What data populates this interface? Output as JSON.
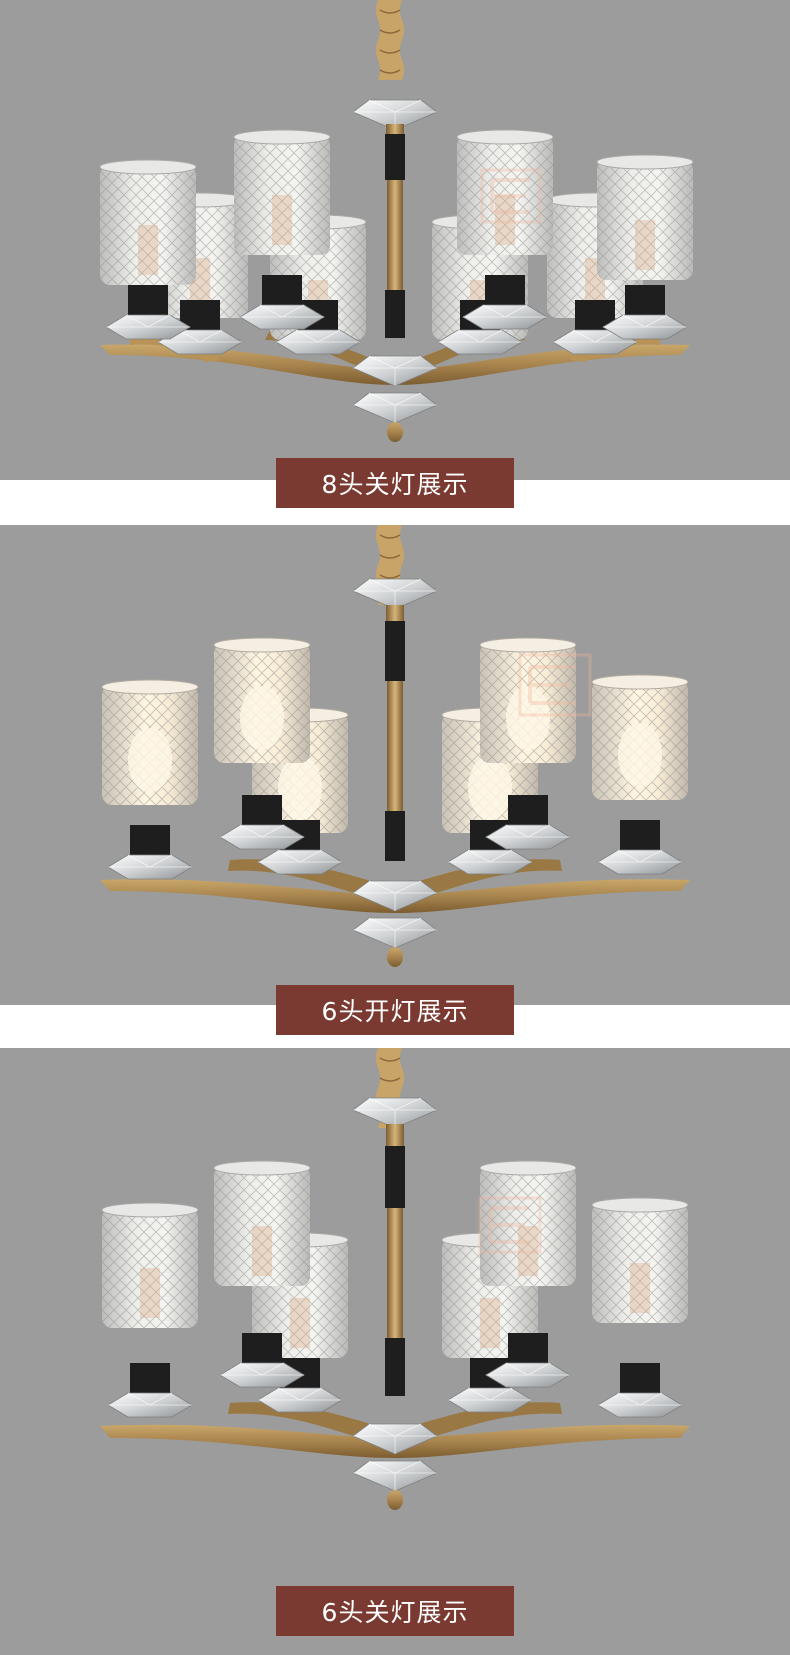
{
  "sections": [
    {
      "caption": "8头关灯展示",
      "lamp_state": "off",
      "heads": 8
    },
    {
      "caption": "6头开灯展示",
      "lamp_state": "on",
      "heads": 6
    },
    {
      "caption": "6头关灯展示",
      "lamp_state": "off",
      "heads": 6
    }
  ],
  "colors": {
    "background": "#9c9c9c",
    "caption_bg": "#7a3a32",
    "caption_text": "#ffffff",
    "brass": "#a8844e",
    "black_metal": "#1e1e1e",
    "glass": "#d8d8d6"
  },
  "icons": {
    "watermark": "brand-watermark-icon"
  }
}
